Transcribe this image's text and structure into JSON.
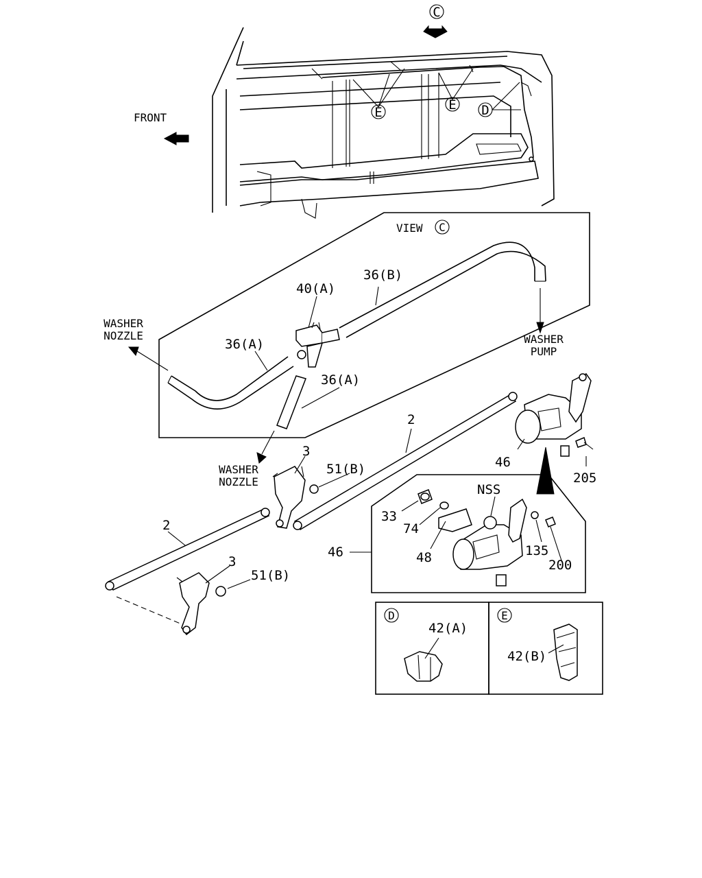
{
  "labels": {
    "view_c_marker": "C",
    "front": "FRONT",
    "e_marker_1": "E",
    "e_marker_2": "E",
    "d_marker": "D",
    "view_c_text": "VIEW",
    "view_c_circle": "C",
    "washer_nozzle_top_1": "WASHER",
    "washer_nozzle_top_2": "NOZZLE",
    "washer_pump_1": "WASHER",
    "washer_pump_2": "PUMP",
    "washer_nozzle_mid_1": "WASHER",
    "washer_nozzle_mid_2": "NOZZLE",
    "p40a": "40(A)",
    "p36b": "36(B)",
    "p36a_1": "36(A)",
    "p36a_2": "36(A)",
    "p2_upper": "2",
    "p2_lower": "2",
    "p46_right": "46",
    "p205": "205",
    "p3_upper": "3",
    "p3_lower": "3",
    "p51b_upper": "51(B)",
    "p51b_lower": "51(B)",
    "nss": "NSS",
    "p33": "33",
    "p74": "74",
    "p48": "48",
    "p135": "135",
    "p200": "200",
    "p46_left": "46",
    "detail_d_marker": "D",
    "detail_e_marker": "E",
    "p42a": "42(A)",
    "p42b": "42(B)"
  }
}
